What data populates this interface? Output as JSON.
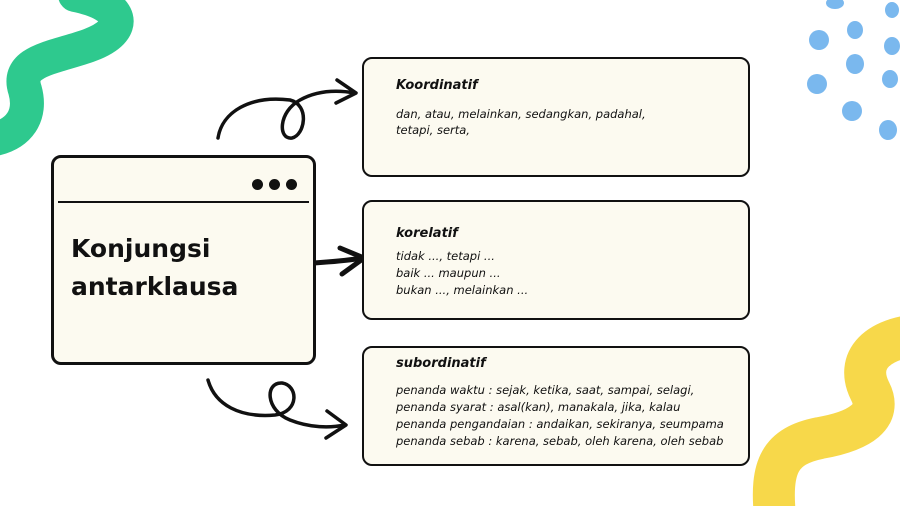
{
  "main": {
    "title_lines": [
      "Konjungsi",
      "antarklausa"
    ]
  },
  "cards": [
    {
      "title": "Koordinatif",
      "lines": [
        "dan, atau, melainkan, sedangkan, padahal,",
        "tetapi, serta,"
      ]
    },
    {
      "title": "korelatif",
      "lines": [
        "tidak ..., tetapi ...",
        "baik ... maupun ...",
        "bukan ..., melainkan ..."
      ]
    },
    {
      "title": "subordinatif",
      "lines": [
        "penanda waktu : sejak, ketika, saat, sampai, selagi,",
        "penanda syarat : asal(kan), manakala, jika, kalau",
        "penanda pengandaian : andaikan, sekiranya, seumpama",
        " penanda sebab : karena, sebab, oleh karena, oleh sebab"
      ]
    }
  ],
  "icons": [
    "window-dots-icon",
    "green-squiggle",
    "yellow-squiggle",
    "blue-dots"
  ],
  "colors": {
    "green": "#2ec98e",
    "yellow": "#f7d84a",
    "blue": "#7ab8ee",
    "panel": "#fcfaf0",
    "ink": "#111111"
  }
}
